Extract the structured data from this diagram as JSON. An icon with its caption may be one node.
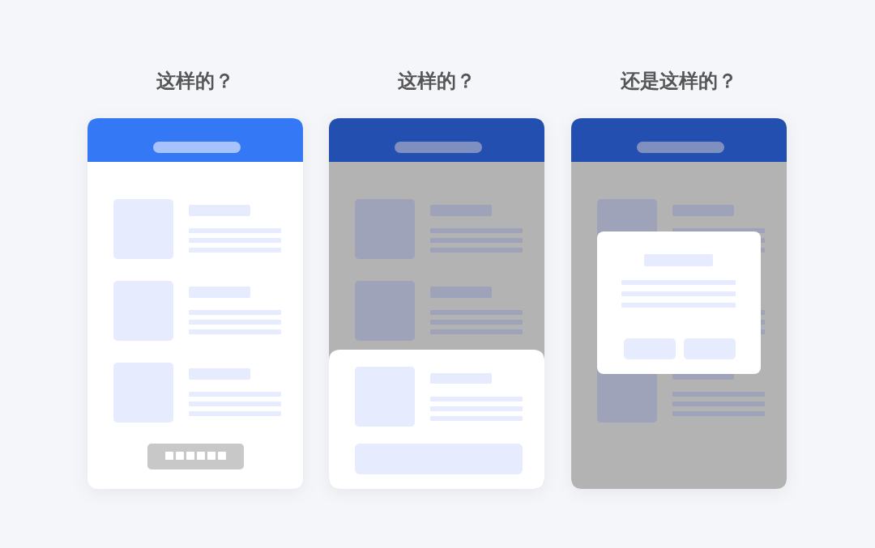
{
  "diagram": {
    "nodes": [
      {
        "text": [
          "这样的？"
        ]
      },
      {
        "text": [
          "这样的？"
        ]
      },
      {
        "text": [
          "还是这样的？"
        ]
      }
    ]
  }
}
